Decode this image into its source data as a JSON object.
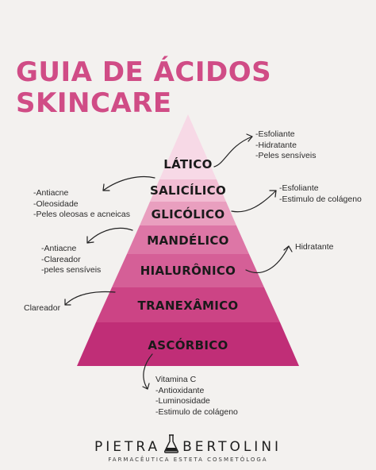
{
  "title": {
    "line1": "GUIA DE ÁCIDOS",
    "line2": "SKINCARE"
  },
  "colors": {
    "title": "#d04c86",
    "layers": [
      "#f7d9e6",
      "#f2bdd3",
      "#e99fbf",
      "#dd76a6",
      "#d55f97",
      "#cc4485",
      "#c02e77"
    ]
  },
  "layers": [
    {
      "label": "LÁTICO"
    },
    {
      "label": "SALICÍLICO"
    },
    {
      "label": "GLICÓLICO"
    },
    {
      "label": "MANDÉLICO"
    },
    {
      "label": "HIALURÔNICO"
    },
    {
      "label": "TRANEXÂMICO"
    },
    {
      "label": "ASCÓRBICO"
    }
  ],
  "notes": {
    "latico": [
      "-Esfoliante",
      "-Hidratante",
      "-Peles sensíveis"
    ],
    "salicilico": [
      "-Antiacne",
      "-Oleosidade",
      "-Peles oleosas e acneicas"
    ],
    "glicolico": [
      "-Esfoliante",
      "-Estimulo de colágeno"
    ],
    "mandelico": [
      "-Antiacne",
      "-Clareador",
      "-peles sensíveis"
    ],
    "hialuronico": [
      "Hidratante"
    ],
    "tranexamico": [
      "Clareador"
    ],
    "ascorbico": [
      "Vitamina C",
      "-Antioxidante",
      "-Luminosidade",
      "-Estimulo de colágeno"
    ]
  },
  "brand": {
    "name_left": "PIETRA",
    "name_right": "BERTOLINI",
    "tagline": "FARMACÊUTICA ESTETA COSMETÓLOGA"
  }
}
